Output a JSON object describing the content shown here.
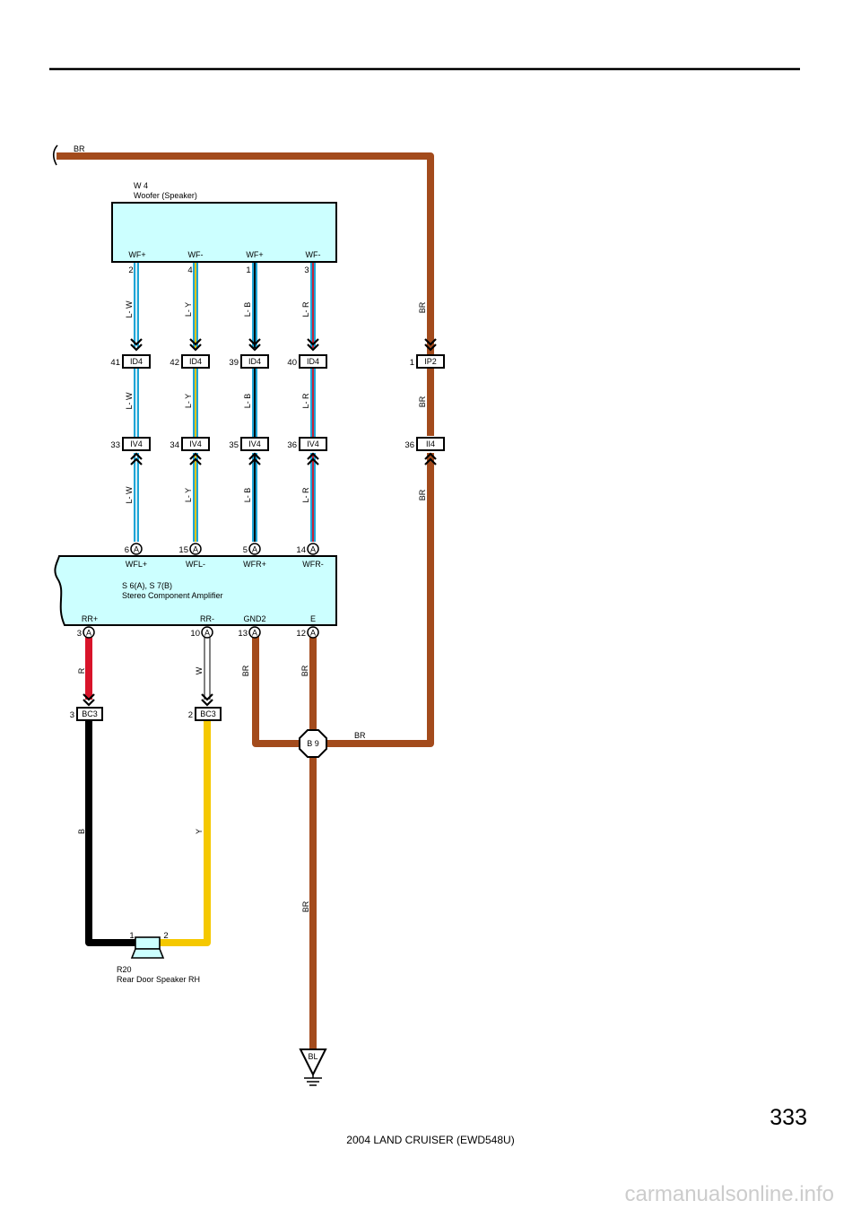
{
  "page_number": "333",
  "footer": "2004 LAND CRUISER (EWD548U)",
  "watermark": "carmanualsonline.info",
  "colors": {
    "BR": "#a34b1c",
    "L": "#1ea5d6",
    "W": "#ffffff",
    "Y": "#f5c800",
    "B": "#000000",
    "R": "#d8142a",
    "comp": "#ccffff"
  },
  "top_wire": {
    "label": "BR"
  },
  "woofer": {
    "code": "W 4",
    "name": "Woofer (Speaker)",
    "terminals": [
      "WF+",
      "WF-",
      "WF+",
      "WF-"
    ],
    "pins": [
      "2",
      "4",
      "1",
      "3"
    ]
  },
  "woofer_wires": {
    "labels": [
      "L- W",
      "L- Y",
      "L- B",
      "L- R"
    ],
    "id4_pins": [
      "41",
      "42",
      "39",
      "40"
    ],
    "id4_connector": "ID4",
    "iv4_pins": [
      "33",
      "34",
      "35",
      "36"
    ],
    "iv4_connector": "IV4"
  },
  "right_wire": {
    "labels": [
      "BR",
      "BR",
      "BR"
    ],
    "ip2_pin": "1",
    "ip2_connector": "IP2",
    "ii4_pin": "36",
    "ii4_connector": "II4"
  },
  "amplifier": {
    "code": "S 6(A), S 7(B)",
    "name": "Stereo Component Amplifier",
    "top_pins": [
      "6",
      "15",
      "5",
      "14"
    ],
    "top_terminals": [
      "WFL+",
      "WFL-",
      "WFR+",
      "WFR-"
    ],
    "bottom_terminals": [
      "RR+",
      "RR-",
      "GND2",
      "E"
    ],
    "bottom_pins": [
      "3",
      "10",
      "13",
      "12"
    ],
    "conn_letter": "A"
  },
  "rear_wires": {
    "labels": [
      "R",
      "W",
      "BR",
      "BR"
    ],
    "bc3_pins": [
      "3",
      "2"
    ],
    "bc3_connector": "BC3",
    "lower_labels": [
      "B",
      "Y"
    ]
  },
  "junction": {
    "label": "B 9",
    "wire_label": "BR",
    "ground_wire_label": "BR"
  },
  "ground": {
    "label": "BL"
  },
  "speaker": {
    "code": "R20",
    "name": "Rear Door Speaker RH",
    "pins": [
      "1",
      "2"
    ]
  }
}
